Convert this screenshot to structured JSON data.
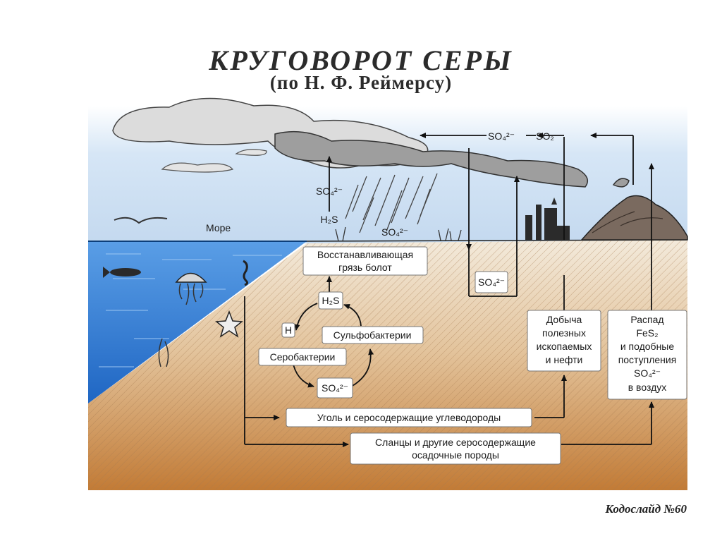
{
  "title": "КРУГОВОРОТ СЕРЫ",
  "subtitle": "(по Н. Ф. Реймерсу)",
  "footer": "Кодослайд №60",
  "labels": {
    "sea": "Море",
    "swamp_mud_line1": "Восстанавливающая",
    "swamp_mud_line2": "грязь болот",
    "h2s": "H₂S",
    "h": "H",
    "sulfobacteria": "Сульфобактерии",
    "serobacteria": "Серобактерии",
    "so4": "SO₄²⁻",
    "so2": "SO₂",
    "coal": "Уголь и серосодержащие углеводороды",
    "shale_line1": "Сланцы и другие серосодержащие",
    "shale_line2": "осадочные породы",
    "mining_line1": "Добыча",
    "mining_line2": "полезных",
    "mining_line3": "ископаемых",
    "mining_line4": "и нефти",
    "decay_line1": "Распад",
    "decay_line2": "FeS₂",
    "decay_line3": "и подобные",
    "decay_line4": "поступления",
    "decay_line5": "SO₄²⁻",
    "decay_line6": "в воздух"
  },
  "colors": {
    "sky": "#cfe0f2",
    "water": "#2f7fd6",
    "ground_top": "#f1e6d2",
    "ground_bottom": "#c07a36",
    "cloud": "#d9d9d9",
    "smoke": "#9a9a9a"
  }
}
